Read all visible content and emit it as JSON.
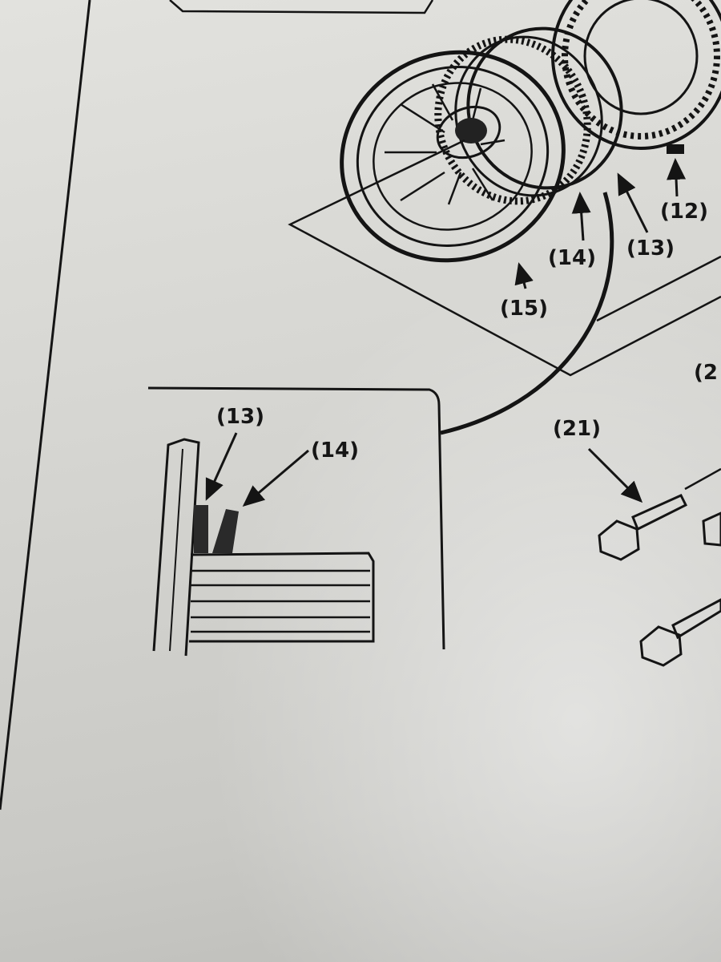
{
  "diagram": {
    "callouts": {
      "c12": "(12)",
      "c13": "(13)",
      "c14": "(14)",
      "c15": "(15)",
      "c2": "(2",
      "c21": "(21)"
    },
    "inset": {
      "c13": "(13)",
      "c14": "(14)"
    },
    "colors": {
      "ink": "#141414",
      "paper": "#d6d6d2"
    }
  }
}
